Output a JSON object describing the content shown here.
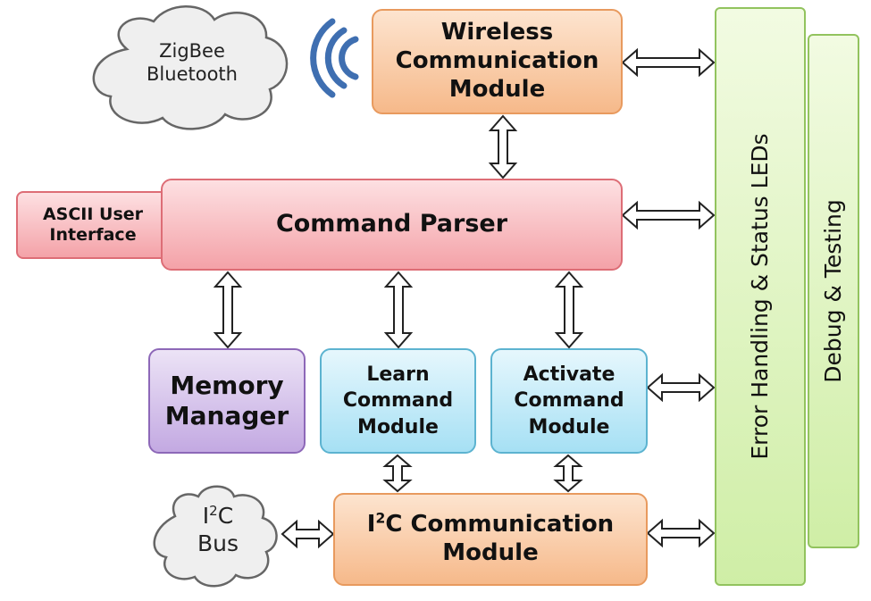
{
  "clouds": {
    "zigbee": {
      "line1": "ZigBee",
      "line2": "Bluetooth"
    },
    "i2c_bus": {
      "line1_main": "I",
      "line1_sup": "2",
      "line1_tail": "C",
      "line2": "Bus"
    }
  },
  "modules": {
    "wireless": {
      "line1": "Wireless",
      "line2": "Communication",
      "line3": "Module"
    },
    "ascii_ui": {
      "line1": "ASCII User",
      "line2": "Interface"
    },
    "command_parser": {
      "label": "Command Parser"
    },
    "memory_manager": {
      "line1": "Memory",
      "line2": "Manager"
    },
    "learn_command": {
      "line1": "Learn",
      "line2": "Command",
      "line3": "Module"
    },
    "activate_command": {
      "line1": "Activate",
      "line2": "Command",
      "line3": "Module"
    },
    "i2c_comm": {
      "line1_main": "I",
      "line1_sup": "2",
      "line1_tail": "C Communication",
      "line2": "Module"
    }
  },
  "side_panels": {
    "error_handling": "Error Handling & Status LEDs",
    "debug": "Debug & Testing"
  },
  "icons": {
    "wireless_signal": "wifi-signal-icon",
    "arrows": "double-arrow-icon"
  },
  "colors": {
    "orange": "#f6b98a",
    "pink": "#f4a2a8",
    "purple": "#c3a9e2",
    "cyan": "#a6e0f4",
    "green": "#cfeea6",
    "signal": "#3f6fb1"
  }
}
